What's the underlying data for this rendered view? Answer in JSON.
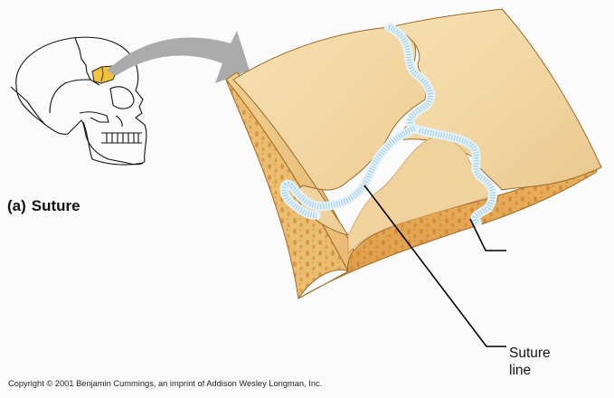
{
  "figure": {
    "part_letter": "(a)",
    "part_title": "Suture"
  },
  "labels": {
    "suture_line_1": "Suture",
    "suture_line_2": "line",
    "unlabeled_leader": ""
  },
  "copyright": "Copyright © 2001 Benjamin Cummings, an imprint of Addison Wesley Longman, Inc.",
  "colors": {
    "bone_surface": "#f3d9a6",
    "bone_surface_dark": "#e6b977",
    "spongy_bone": "#e7ac5f",
    "spongy_spots": "#c9772b",
    "suture_tissue": "#e3f1f8",
    "suture_fibers": "#8ec3dd",
    "arrow": "#ababab",
    "skull_highlight": "#f2c33e",
    "outline": "#8a5a20"
  }
}
